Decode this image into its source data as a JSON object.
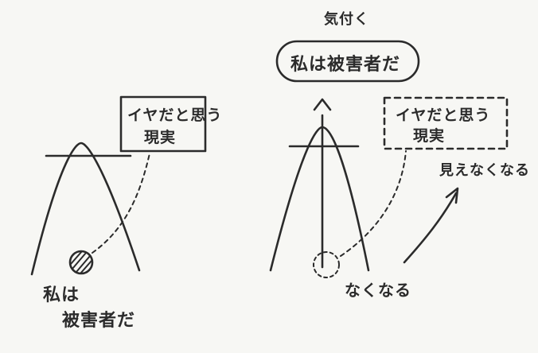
{
  "colors": {
    "ink": "#2b2b2b",
    "paper": "#f7f7f4"
  },
  "left_panel": {
    "box_line1": "イヤだと思う",
    "box_line2": "現実",
    "self_line1": "私は",
    "self_line2": "被害者だ"
  },
  "right_panel": {
    "realize_label": "気付く",
    "oval_text": "私は被害者だ",
    "box_line1": "イヤだと思う",
    "box_line2": "現実",
    "disappear_label": "なくなる",
    "invisible_label": "見えなくなる"
  }
}
